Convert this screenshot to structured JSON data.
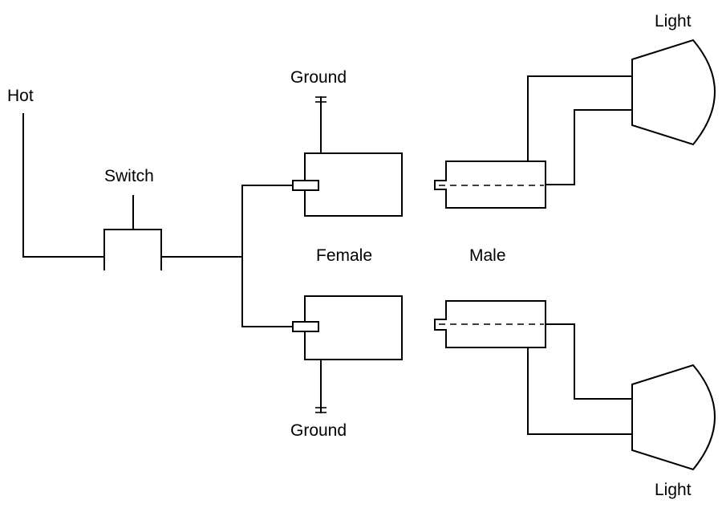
{
  "labels": {
    "hot": "Hot",
    "switch": "Switch",
    "ground_top": "Ground",
    "ground_bottom": "Ground",
    "female": "Female",
    "male": "Male",
    "light_top": "Light",
    "light_bottom": "Light"
  }
}
